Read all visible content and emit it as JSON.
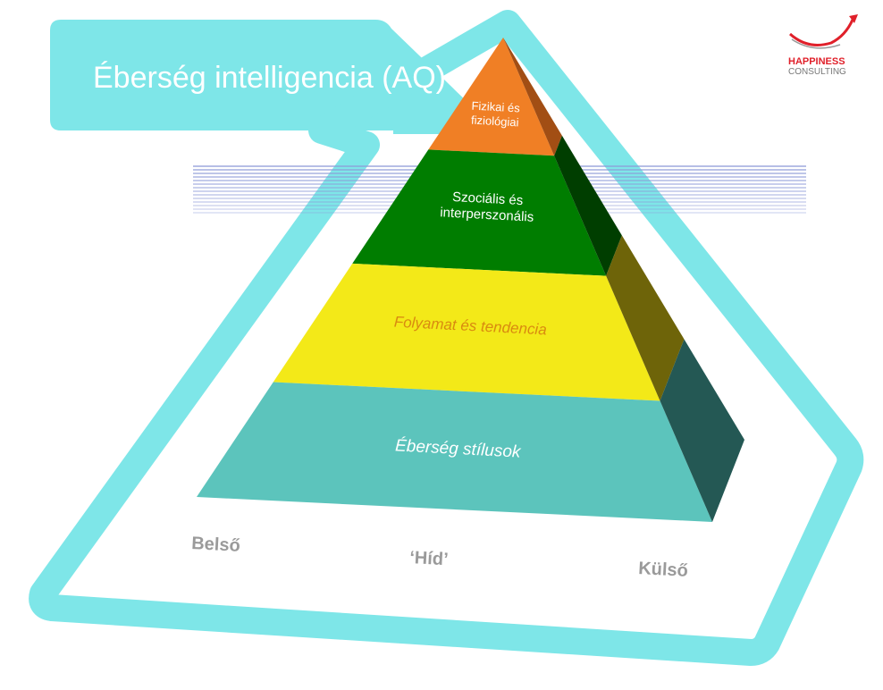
{
  "title": "Éberség intelligencia (AQ)",
  "logo": {
    "line1": "HAPPINESS",
    "line2": "CONSULTING",
    "accent": "#e0202a"
  },
  "levels": [
    {
      "label_lines": [
        "Fizikai és",
        "fiziológiai"
      ],
      "front_color": "#f07f25",
      "side_color": "#a24e14",
      "text_color": "#ffffff"
    },
    {
      "label_lines": [
        "Szociális és",
        "interperszonális"
      ],
      "front_color": "#007d00",
      "side_color": "#003e00",
      "text_color": "#ffffff"
    },
    {
      "label_lines": [
        "Folyamat és tendencia"
      ],
      "front_color": "#f3e918",
      "side_color": "#6e6409",
      "text_color": "#d98a10"
    },
    {
      "label_lines": [
        "Éberség stílusok"
      ],
      "front_color": "#5cc4bc",
      "side_color": "#245854",
      "text_color": "#ffffff"
    }
  ],
  "axis_labels": {
    "left": "Belső",
    "middle": "‘Híd’",
    "right": "Külső"
  },
  "colors": {
    "frame": "#7ee6e8",
    "water_lines": "#8e9bd8",
    "axis_text": "#9a9a9a"
  }
}
